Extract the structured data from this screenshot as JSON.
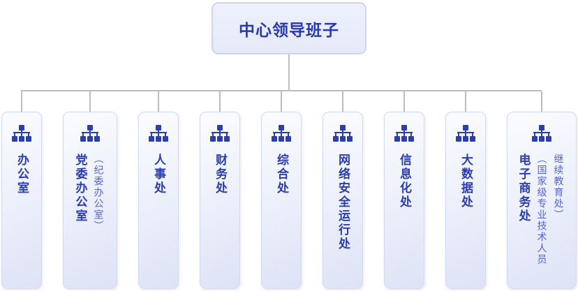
{
  "root": {
    "label": "中心领导班子"
  },
  "departments": [
    {
      "title": "办公室",
      "subtitle": ""
    },
    {
      "title": "党委办公室",
      "subtitle": "（纪委办公室）"
    },
    {
      "title": "人事处",
      "subtitle": ""
    },
    {
      "title": "财务处",
      "subtitle": ""
    },
    {
      "title": "综合处",
      "subtitle": ""
    },
    {
      "title": "网络安全运行处",
      "subtitle": ""
    },
    {
      "title": "信息化处",
      "subtitle": ""
    },
    {
      "title": "大数据处",
      "subtitle": ""
    },
    {
      "title": "电子商务处",
      "subtitle": "（国家级专业技术人员继续教育处）"
    }
  ],
  "icons": {
    "department": "sitemap-icon"
  },
  "colors": {
    "title_text": "#2b3cb0",
    "subtitle_text": "#5565cb",
    "icon": "#2c3eae",
    "connector": "#bcbcbc",
    "node_background_top": "#fbfcff",
    "node_background_bottom": "#dde3f6",
    "root_background": "#e9ecf9",
    "root_border": "#cdd5f4"
  }
}
